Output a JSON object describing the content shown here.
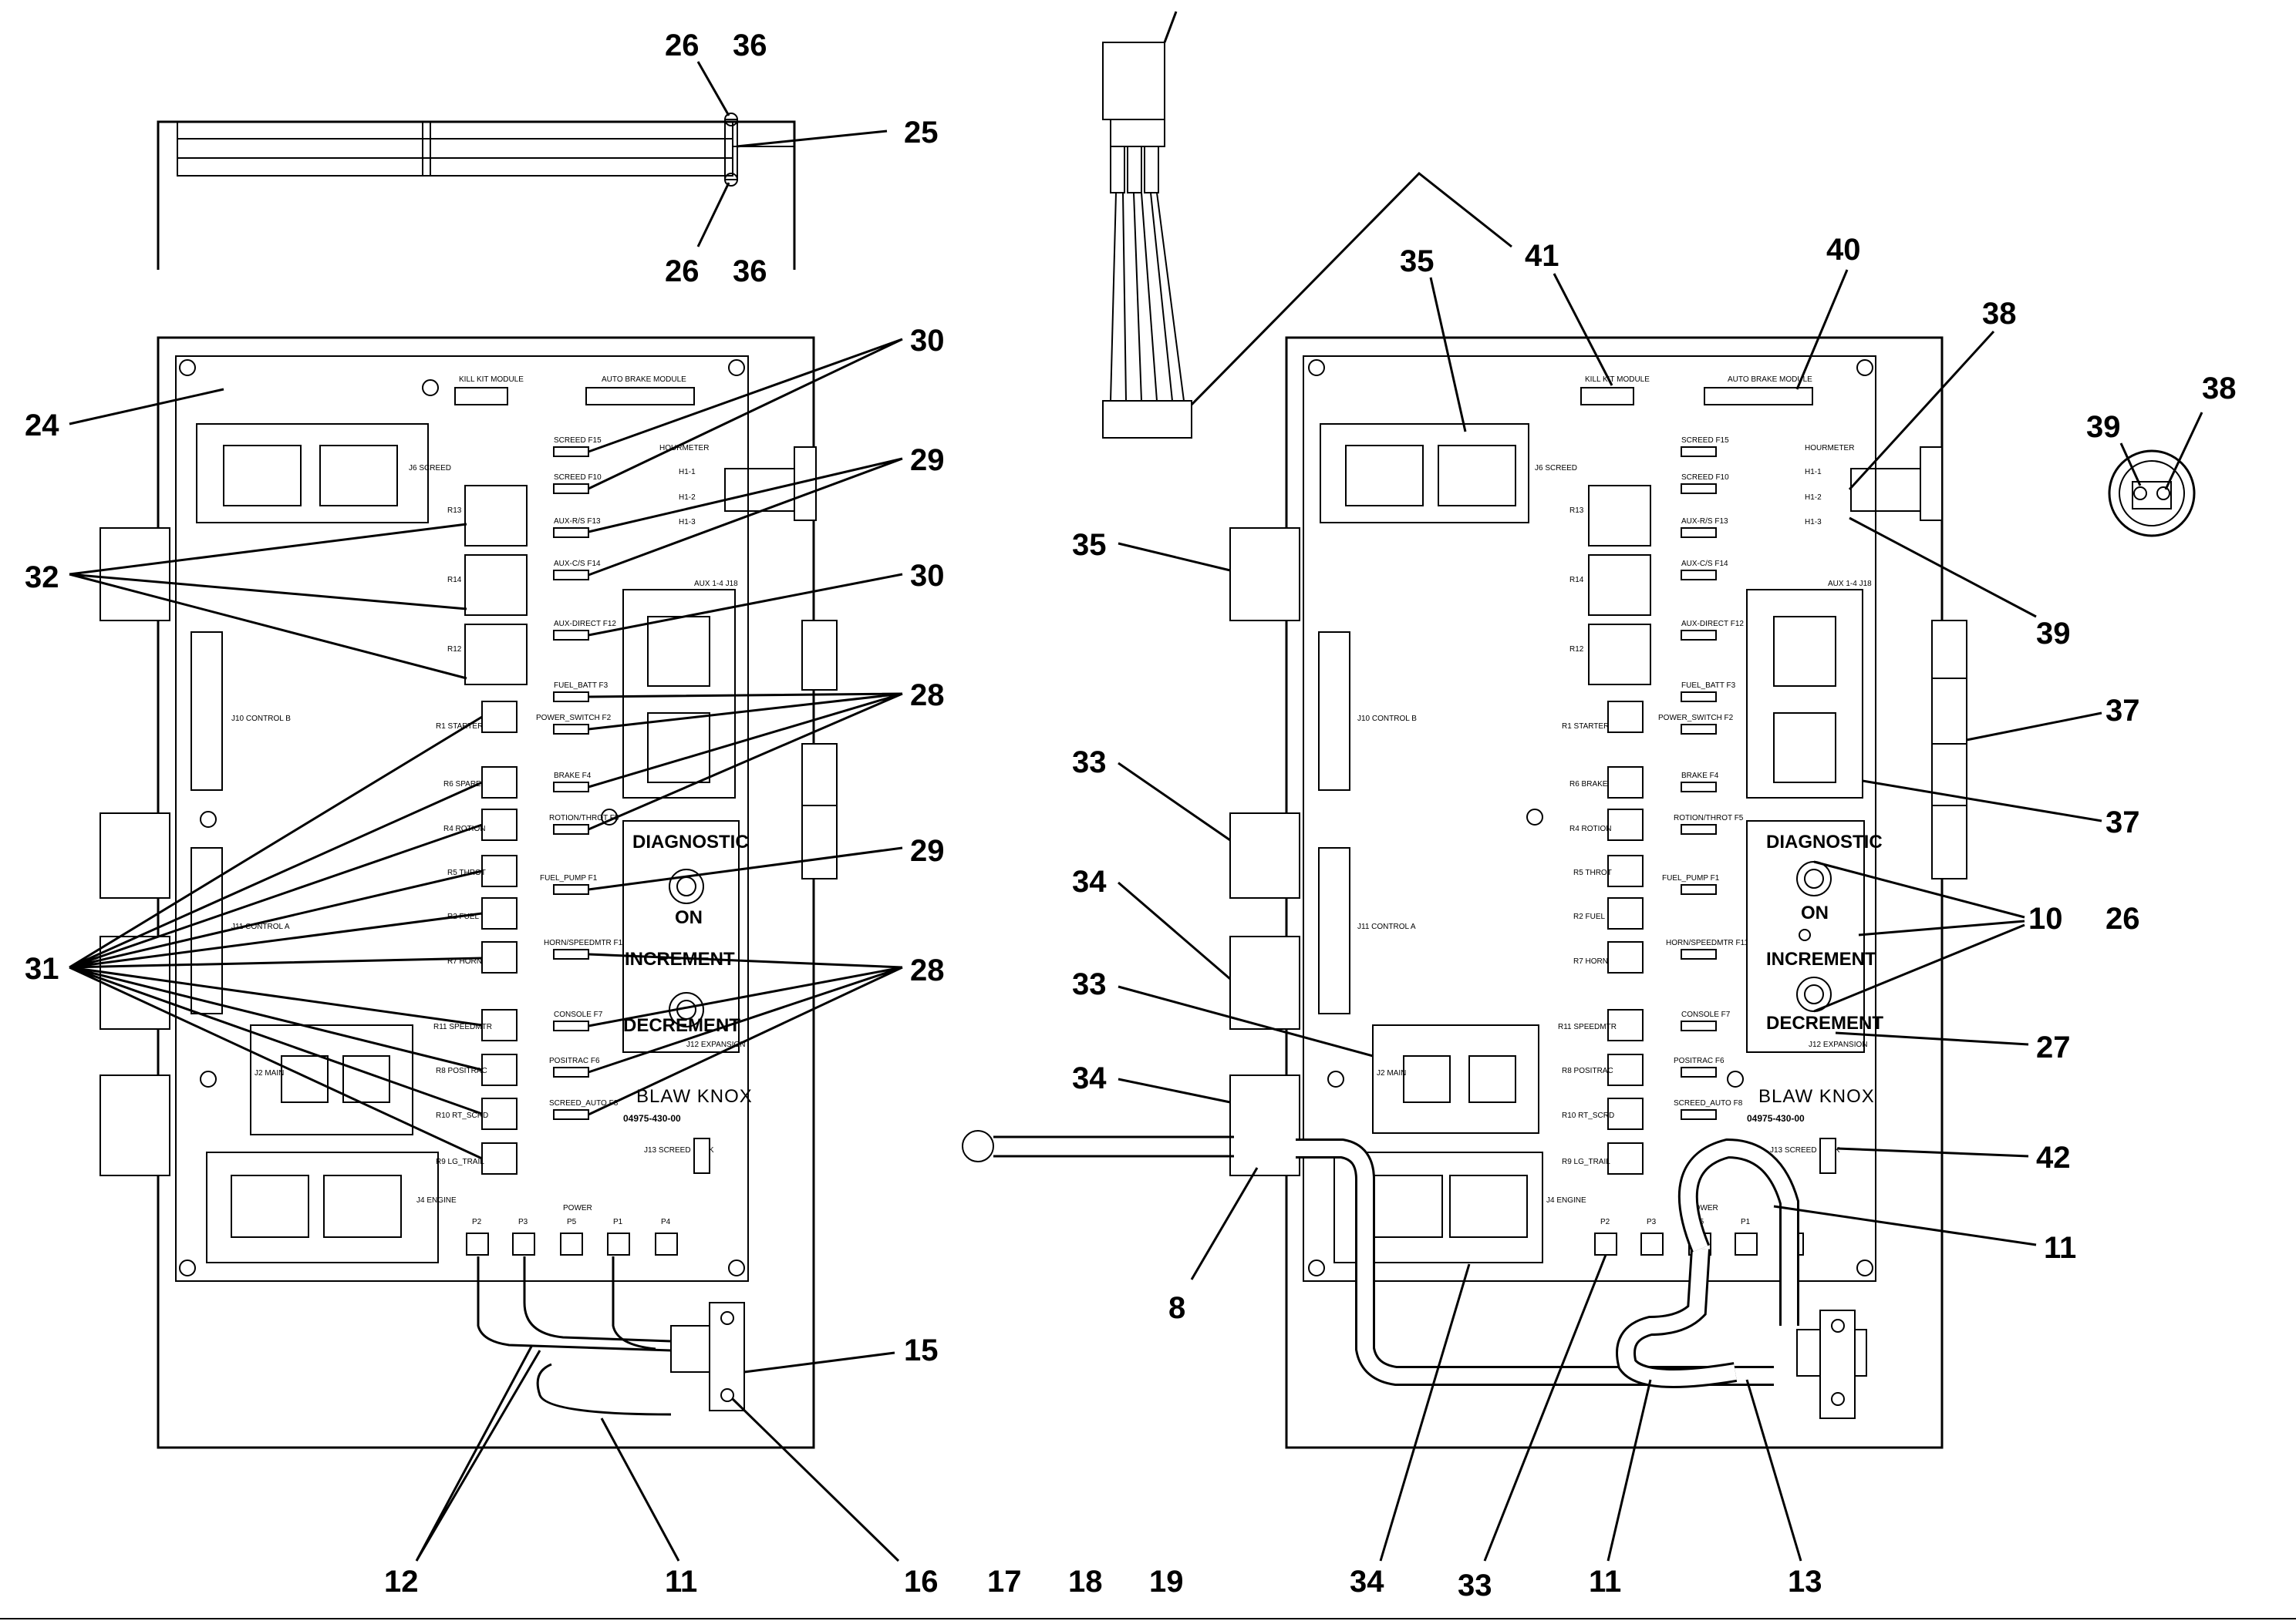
{
  "callouts": {
    "top_left": [
      "26",
      "36",
      "25",
      "26",
      "36"
    ],
    "left": [
      "24",
      "32",
      "31",
      "30",
      "29",
      "30",
      "28",
      "29",
      "28"
    ],
    "bottom": [
      "12",
      "11",
      "15",
      "16",
      "17",
      "18",
      "19",
      "34",
      "33",
      "11",
      "13",
      "8"
    ],
    "right": [
      "35",
      "41",
      "40",
      "38",
      "38",
      "39",
      "39",
      "35",
      "37",
      "37",
      "33",
      "34",
      "33",
      "34",
      "10",
      "26",
      "27",
      "42",
      "11"
    ]
  },
  "panel_left": {
    "header_labels": [
      "KILL KIT MODULE",
      "AUTO BRAKE MODULE"
    ],
    "connectors": [
      "J6 SCREED",
      "J10 CONTROL B",
      "J11 CONTROL A",
      "J2 MAIN",
      "J4 ENGINE",
      "J12 EXPANSION",
      "J13 SCREED LOCK"
    ],
    "relays": [
      "R13",
      "R14",
      "R12",
      "R1 STARTER",
      "R6 SPARE",
      "R4 ROTION",
      "R5 THROT",
      "R2 FUEL",
      "R7 HORN",
      "R11 SPEEDMTR",
      "R8 POSITRAC",
      "R10 RT_SCRD",
      "R9 LG_TRAIL"
    ],
    "fuses": [
      "SCREED F15",
      "SCREED F10",
      "AUX-R/S F13",
      "AUX-C/S F14",
      "AUX-DIRECT F12",
      "FUEL_BATT F3",
      "POWER_SWITCH F2",
      "BRAKE F4",
      "ROTION/THROT F5",
      "FUEL_PUMP F1",
      "HORN/SPEEDMTR F11",
      "CONSOLE F7",
      "POSITRAC F6",
      "SCREED_AUTO F8"
    ],
    "hourmeter": [
      "HOURMETER",
      "H1-1",
      "H1-2",
      "H1-3"
    ],
    "aux": "AUX 1-4 J18",
    "diagnostic": "DIAGNOSTIC",
    "on": "ON",
    "increment": "INCREMENT",
    "decrement": "DECREMENT",
    "brand": "BLAW KNOX",
    "part_number": "04975-430-00",
    "power": [
      "P2",
      "P3",
      "POWER",
      "P5",
      "P1",
      "P4"
    ]
  },
  "panel_right": {
    "header_labels": [
      "KILL KIT MODULE",
      "AUTO BRAKE MODULE"
    ],
    "connectors": [
      "J6 SCREED",
      "J10 CONTROL B",
      "J11 CONTROL A",
      "J2 MAIN",
      "J4 ENGINE",
      "J12 EXPANSION",
      "J13 SCREED LOCK"
    ],
    "relays": [
      "R13",
      "R14",
      "R12",
      "R1 STARTER",
      "R6 BRAKE",
      "R4 ROTION",
      "R5 THROT",
      "R2 FUEL",
      "R7 HORN",
      "R11 SPEEDMTR",
      "R8 POSITRAC",
      "R10 RT_SCRD",
      "R9 LG_TRAIL"
    ],
    "fuses": [
      "SCREED F15",
      "SCREED F10",
      "AUX-R/S F13",
      "AUX-C/S F14",
      "AUX-DIRECT F12",
      "FUEL_BATT F3",
      "POWER_SWITCH F2",
      "BRAKE F4",
      "ROTION/THROT F5",
      "FUEL_PUMP F1",
      "HORN/SPEEDMTR F11",
      "CONSOLE F7",
      "POSITRAC F6",
      "SCREED_AUTO F8"
    ],
    "hourmeter": [
      "HOURMETER",
      "H1-1",
      "H1-2",
      "H1-3"
    ],
    "aux": "AUX 1-4 J18",
    "diagnostic": "DIAGNOSTIC",
    "on": "ON",
    "increment": "INCREMENT",
    "decrement": "DECREMENT",
    "brand": "BLAW KNOX",
    "part_number": "04975-430-00",
    "power": [
      "P2",
      "P3",
      "POWER",
      "P5",
      "P1"
    ]
  }
}
